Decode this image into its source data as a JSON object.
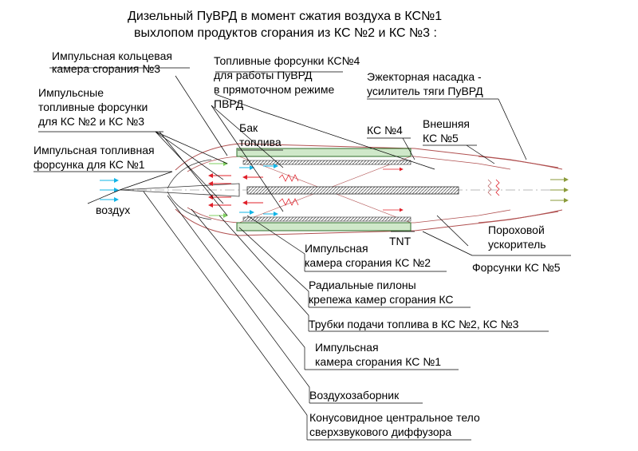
{
  "title": {
    "line1": "Дизельный ПуВРД  в момент сжатия воздуха в КС№1",
    "line2": "выхлопом продуктов сгорания из КС №2 и КС №3 :"
  },
  "labels": {
    "ring_chamber_1": "Импульсная кольцевая",
    "ring_chamber_2": "камера сгорания №3",
    "fuel_inj_ks4_1": "Топливные форсунки КС№4",
    "fuel_inj_ks4_2": "для работы ПуВРД",
    "fuel_inj_ks4_3": "в прямоточном режиме",
    "fuel_inj_ks4_4": "ПВРД",
    "ejector_1": "Эжекторная насадка -",
    "ejector_2": "усилитель тяги  ПуВРД",
    "pulse_inj_23_1": "Импульсные",
    "pulse_inj_23_2": "топливные форсунки",
    "pulse_inj_23_3": "для КС №2 и КС №3",
    "tank_1": "Бак",
    "tank_2": "топлива",
    "ks4": "КС №4",
    "ks5_1": "Внешняя",
    "ks5_2": "КС №5",
    "pulse_inj_1_1": "Импульсная топливная",
    "pulse_inj_1_2": "форсунка для КС №1",
    "air": "воздух",
    "booster_1": "Пороховой",
    "booster_2": "ускоритель",
    "tnt": "TNT",
    "chamber2_1": "Импульсная",
    "chamber2_2": "камера сгорания КС №2",
    "ks5_injectors": "Форсунки КС №5",
    "pylons_1": "Радиальные пилоны",
    "pylons_2": "крепежа камер сгорания КС",
    "fuel_tubes": "Трубки подачи топлива в КС №2, КС №3",
    "chamber1_1": "Импульсная",
    "chamber1_2": "камера сгорания КС №1",
    "intake": "Воздухозаборник",
    "cone_1": "Конусовидное центральное тело",
    "cone_2": "сверхзвукового диффузора"
  },
  "colors": {
    "tank_fill": "#cfe8c9",
    "tank_stroke": "#2f6d2a",
    "arrow_red": "#e0202a",
    "arrow_cyan": "#12b4e6",
    "arrow_green": "#7fcf5f",
    "arrow_olive": "#8a9a3a",
    "leader": "#000000",
    "body_line": "#b05050"
  }
}
